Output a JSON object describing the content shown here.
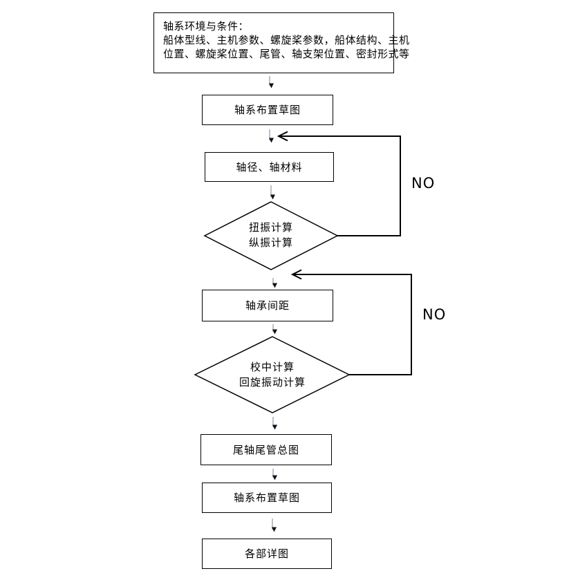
{
  "flowchart": {
    "condition_box": {
      "line1": "轴系环境与条件：",
      "line2": "船体型线、主机参数、螺旋桨参数，船体结构、主机",
      "line3": "位置、螺旋桨位置、尾管、轴支架位置、密封形式等"
    },
    "boxes": {
      "layout_sketch_1": "轴系布置草图",
      "shaft_diameter_material": "轴径、轴材料",
      "bearing_spacing": "轴承间距",
      "stern_tube_drawing": "尾轴尾管总图",
      "layout_sketch_2": "轴系布置草图",
      "detail_drawings": "各部详图"
    },
    "decisions": {
      "vibration_check": {
        "line1": "扭振计算",
        "line2": "纵振计算"
      },
      "alignment_check": {
        "line1": "校中计算",
        "line2": "回旋振动计算"
      }
    },
    "labels": {
      "no_1": "NO",
      "no_2": "NO"
    },
    "colors": {
      "line": "#000000",
      "arrow_shaft": "#98a8b8",
      "background": "#ffffff"
    }
  }
}
